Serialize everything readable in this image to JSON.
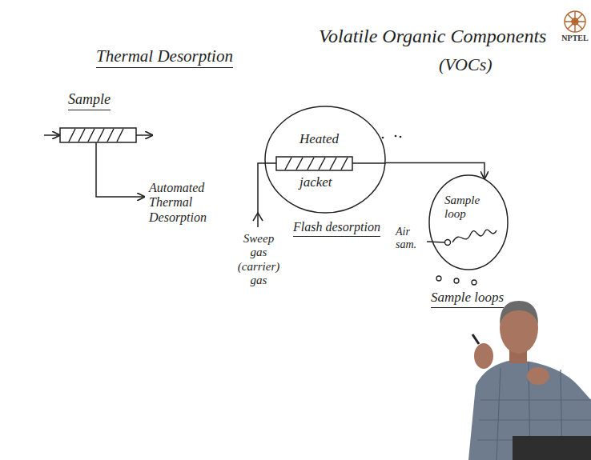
{
  "diagram": {
    "title": "Thermal Desorption",
    "nodes": [
      {
        "text": [
          "Heated",
          "jacket",
          "Flash desorption"
        ]
      },
      {
        "text": [
          "Sample loop"
        ]
      }
    ],
    "edges": [
      {
        "from": 0,
        "to": 1,
        "arrow": "to"
      }
    ],
    "labels": [
      "Volatile Organic Components",
      "(VOCs)",
      "Sample",
      "Automated Thermal Desorption",
      "Sweep gas (carrier) gas",
      "Air sam.",
      "Sample loops",
      "NPTEL"
    ]
  }
}
